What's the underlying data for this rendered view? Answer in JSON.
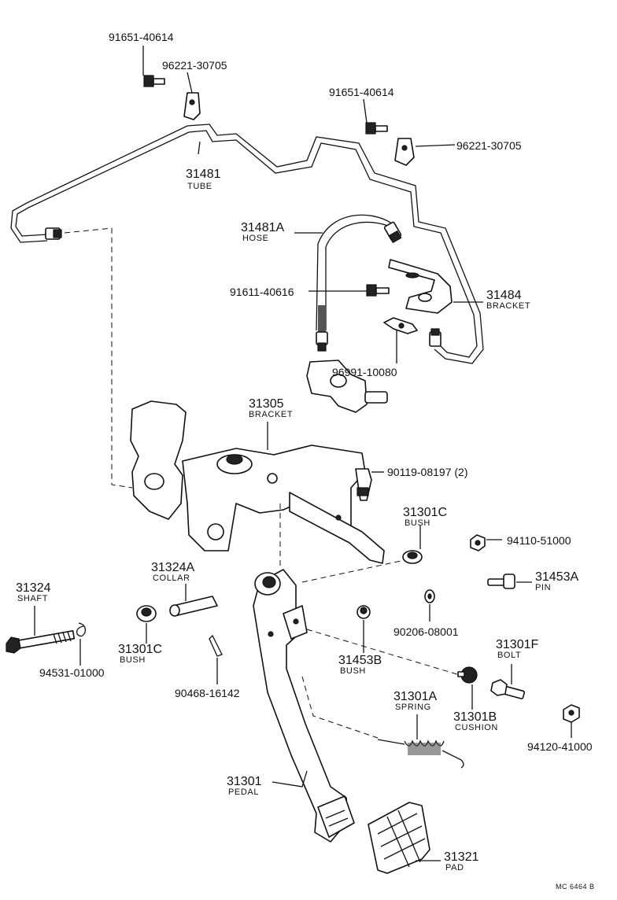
{
  "labels": {
    "l1": "91651-40614",
    "l2": "96221-30705",
    "l3": "91651-40614",
    "l4": "96221-30705",
    "tube_num": "31481",
    "tube_name": "TUBE",
    "hose_num": "31481A",
    "hose_name": "HOSE",
    "l5": "91611-40616",
    "bracket1_num": "31484",
    "bracket1_name": "BRACKET",
    "l6": "96991-10080",
    "bracket2_num": "31305",
    "bracket2_name": "BRACKET",
    "l7": "90119-08197 (2)",
    "bush1_num": "31301C",
    "bush1_name": "BUSH",
    "l8": "94110-51000",
    "collar_num": "31324A",
    "collar_name": "COLLAR",
    "pin_num": "31453A",
    "pin_name": "PIN",
    "shaft_num": "31324",
    "shaft_name": "SHAFT",
    "l9": "90206-08001",
    "bush2_num": "31301C",
    "bush2_name": "BUSH",
    "bush3_num": "31453B",
    "bush3_name": "BUSH",
    "bolt_num": "31301F",
    "bolt_name": "BOLT",
    "l10": "94531-01000",
    "l11": "90468-16142",
    "spring_num": "31301A",
    "spring_name": "SPRING",
    "cushion_num": "31301B",
    "cushion_name": "CUSHION",
    "l12": "94120-41000",
    "pedal_num": "31301",
    "pedal_name": "PEDAL",
    "pad_num": "31321",
    "pad_name": "PAD",
    "code": "MC  6464 B"
  }
}
